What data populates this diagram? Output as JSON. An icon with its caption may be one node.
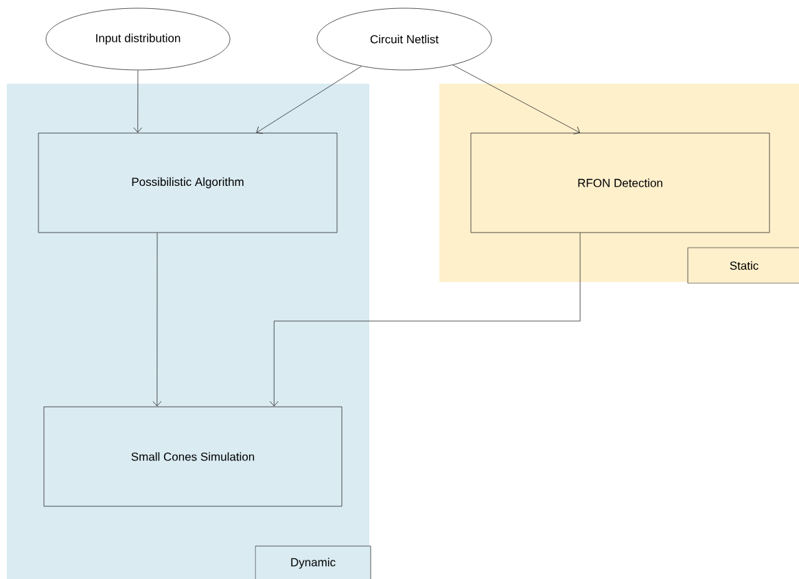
{
  "diagram": {
    "nodes": [
      {
        "text": [
          "Input distribution"
        ]
      },
      {
        "text": [
          "Circuit Netlist"
        ]
      },
      {
        "text": [
          "Dynamic"
        ]
      },
      {
        "text": [
          "Possibilistic Algorithm"
        ],
        "in": 2
      },
      {
        "text": [
          "Small Cones Simulation"
        ],
        "in": 2
      },
      {
        "text": [
          "Static"
        ]
      },
      {
        "text": [
          "RFON Detection"
        ],
        "in": 5
      }
    ],
    "edges": [
      {
        "from": 0,
        "to": 3,
        "arrow": "to"
      },
      {
        "from": 1,
        "to": 3,
        "arrow": "to"
      },
      {
        "from": 1,
        "to": 6,
        "arrow": "to"
      },
      {
        "from": 3,
        "to": 4,
        "arrow": "to"
      },
      {
        "from": 6,
        "to": 4,
        "arrow": "to"
      }
    ]
  }
}
